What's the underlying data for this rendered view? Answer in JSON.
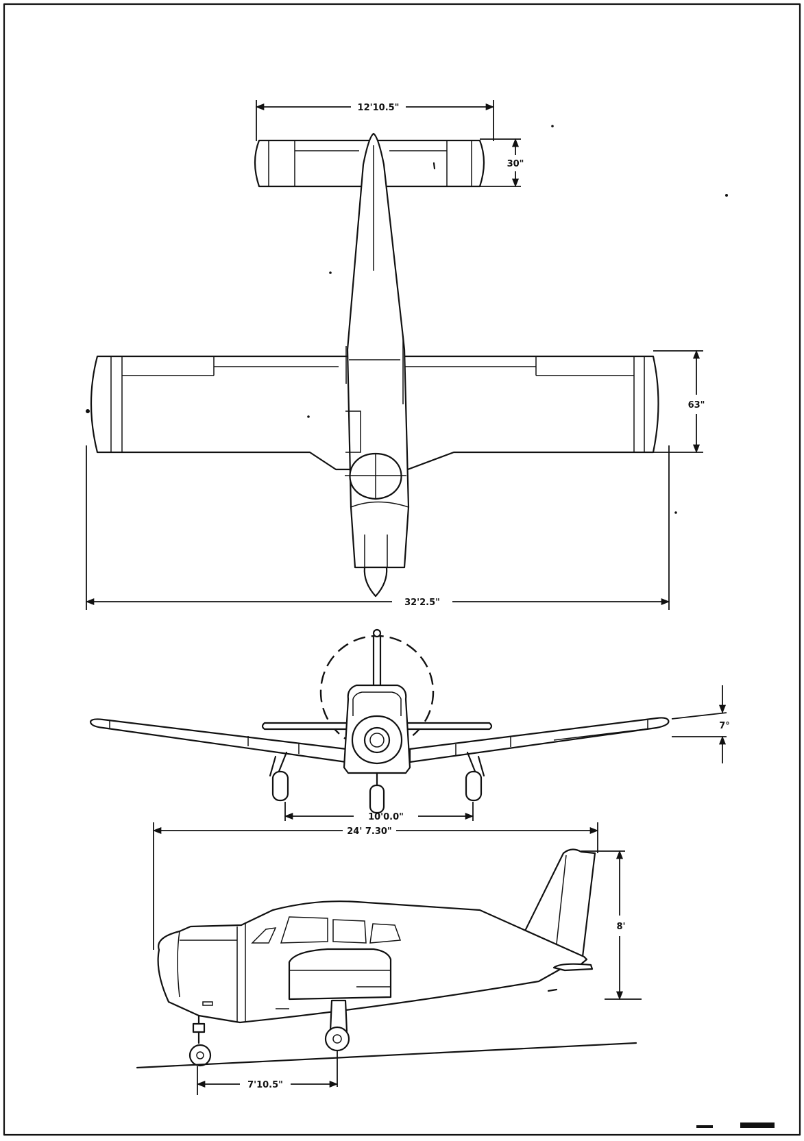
{
  "dimensions": {
    "stabilizer_span": "12'10.5\"",
    "stabilizer_chord": "30\"",
    "wing_chord": "63\"",
    "wing_span": "32'2.5\"",
    "dihedral": "7°",
    "main_gear_track": "10'0.0\"",
    "overall_length": "24' 7.30\"",
    "height": "8'",
    "wheelbase": "7'10.5\""
  }
}
